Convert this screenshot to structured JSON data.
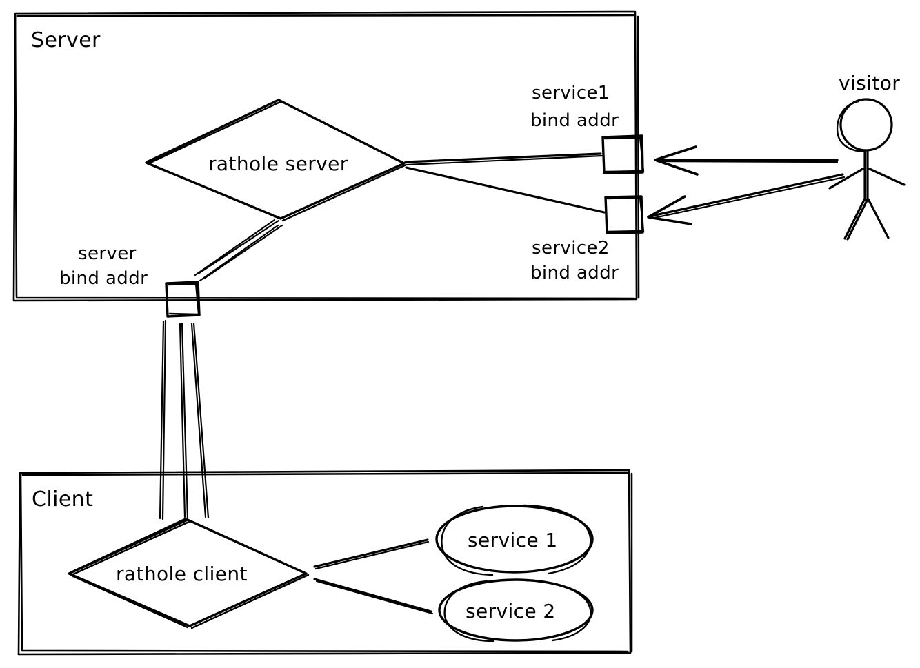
{
  "diagram": {
    "title_type": "architecture-diagram",
    "style": "hand-drawn-sketch",
    "stroke_color": "#000000",
    "background_color": "#ffffff",
    "containers": [
      {
        "id": "server",
        "label": "Server"
      },
      {
        "id": "client",
        "label": "Client"
      }
    ],
    "nodes": {
      "rathole_server": {
        "label": "rathole server",
        "shape": "diamond"
      },
      "rathole_client": {
        "label": "rathole client",
        "shape": "diamond"
      },
      "service1_ellipse": {
        "label": "service 1",
        "shape": "ellipse"
      },
      "service2_ellipse": {
        "label": "service 2",
        "shape": "ellipse"
      },
      "visitor": {
        "label": "visitor",
        "shape": "stick-figure"
      }
    },
    "ports": {
      "server_bind_addr": {
        "label_line1": "server",
        "label_line2": "bind addr",
        "shape": "square"
      },
      "service1_bind_addr": {
        "label_line1": "service1",
        "label_line2": "bind addr",
        "shape": "square"
      },
      "service2_bind_addr": {
        "label_line1": "service2",
        "label_line2": "bind addr",
        "shape": "square"
      }
    },
    "edges": [
      {
        "from": "visitor",
        "to": "service1_bind_addr",
        "arrow": true
      },
      {
        "from": "visitor",
        "to": "service2_bind_addr",
        "arrow": true
      },
      {
        "from": "rathole_server",
        "to": "service1_bind_addr",
        "arrow": false
      },
      {
        "from": "rathole_server",
        "to": "service2_bind_addr",
        "arrow": false
      },
      {
        "from": "rathole_server",
        "to": "server_bind_addr",
        "arrow": false
      },
      {
        "from": "server_bind_addr",
        "to": "rathole_client",
        "arrow": false
      },
      {
        "from": "rathole_client",
        "to": "service1_ellipse",
        "arrow": false
      },
      {
        "from": "rathole_client",
        "to": "service2_ellipse",
        "arrow": false
      }
    ]
  }
}
